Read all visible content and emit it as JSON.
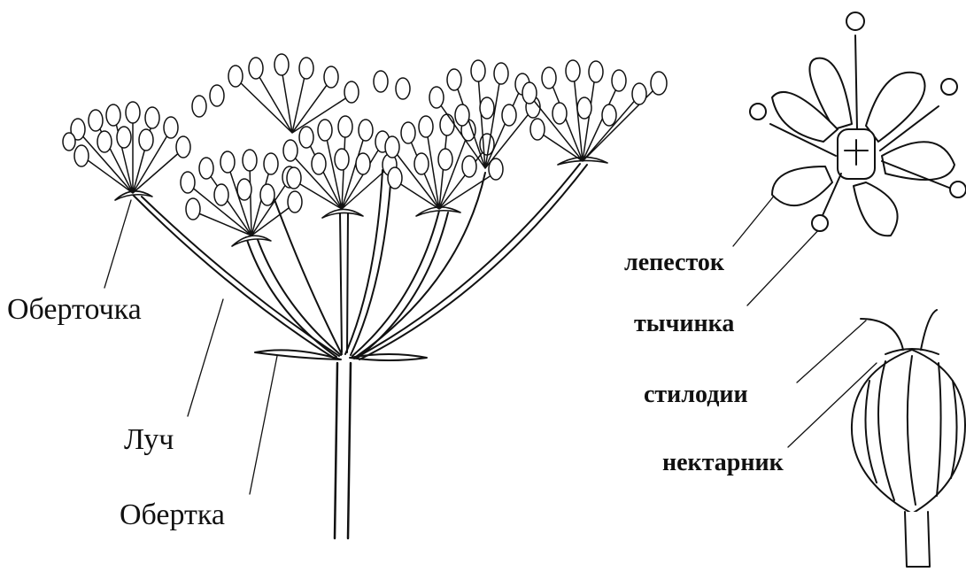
{
  "labels": {
    "obertochka": "Оберточка",
    "luch": "Луч",
    "obertka": "Обертка",
    "lepestok": "лепесток",
    "tychinka": "тычинка",
    "stilodii": "стилодии",
    "nektarnik": "нектарник"
  },
  "colors": {
    "ink": "#111111",
    "background": "#ffffff"
  }
}
